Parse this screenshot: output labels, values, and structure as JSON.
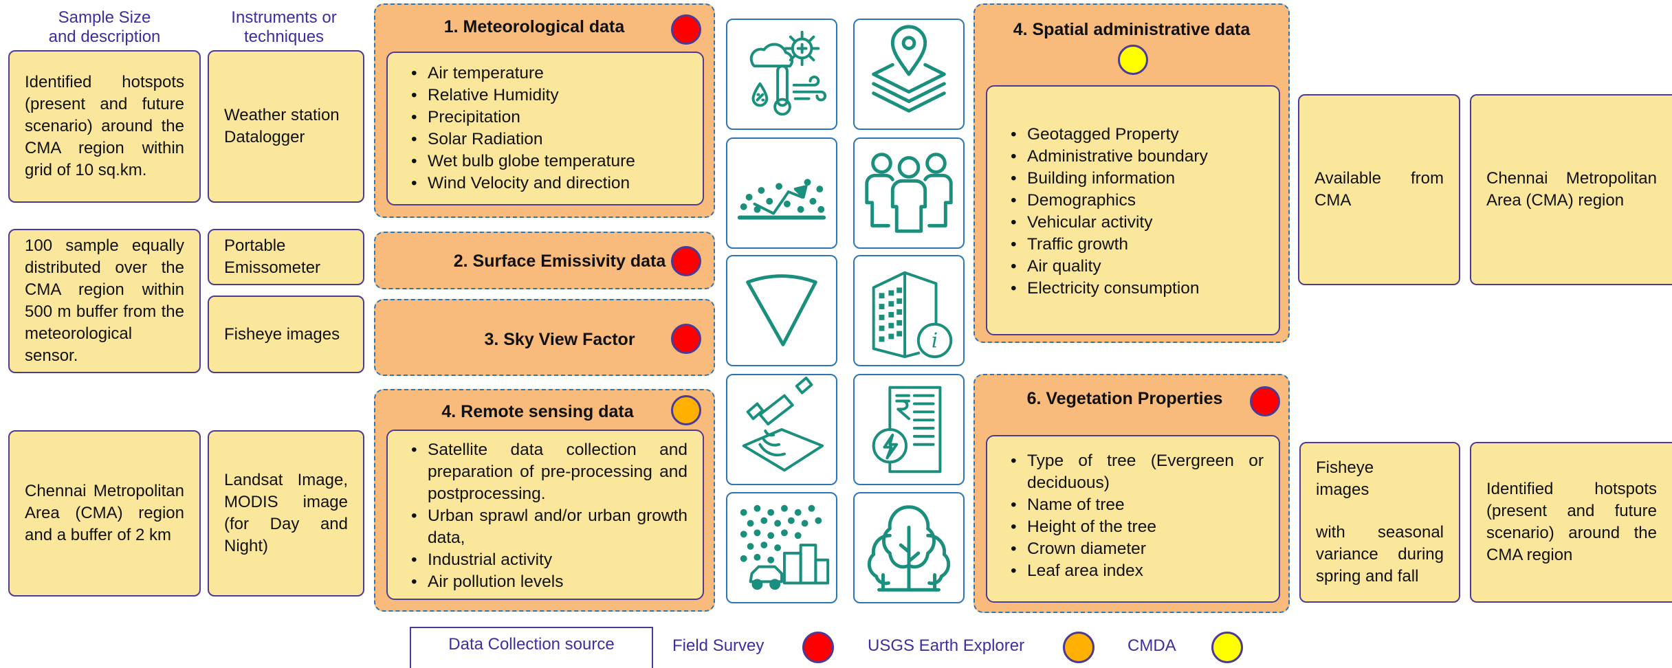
{
  "colors": {
    "field_survey": "#ff0000",
    "usgs": "#ffb000",
    "cmda": "#ffff00",
    "icon": "#1b8f7e"
  },
  "headers": {
    "col1": "Sample Size\nand description",
    "col2": "Instruments or\ntechniques"
  },
  "left": {
    "r1_desc": "Identified hotspots (present and future scenario) around the CMA region within grid of 10 sq.km.",
    "r1_instr": "Weather station Datalogger",
    "r2_desc": "100 sample equally distributed over the CMA region within 500 m buffer from the meteorological sensor.",
    "r2_instr_a": "Portable Emissometer",
    "r2_instr_b": "Fisheye images",
    "r3_desc": "Chennai Metropolitan Area (CMA) region and a buffer of 2 km",
    "r3_instr": "Landsat Image, MODIS image (for Day and Night)"
  },
  "boxes": {
    "met": {
      "title": "1. Meteorological data",
      "items": [
        "Air temperature",
        "Relative Humidity",
        "Precipitation",
        "Solar Radiation",
        "Wet bulb globe temperature",
        "Wind Velocity and direction"
      ]
    },
    "emis": {
      "title": "2. Surface Emissivity data"
    },
    "svf": {
      "title": "3. Sky View Factor"
    },
    "rs": {
      "title": "4. Remote sensing data",
      "items": [
        "Satellite data collection and preparation of pre-processing and postprocessing.",
        "Urban sprawl and/or urban growth data,",
        "Industrial activity",
        "Air pollution levels"
      ]
    },
    "spatial": {
      "title": "4. Spatial administrative data",
      "items": [
        "Geotagged Property",
        "Administrative boundary",
        "Building information",
        "Demographics",
        "Vehicular activity",
        "Traffic growth",
        "Air quality",
        "Electricity consumption"
      ]
    },
    "veg": {
      "title": "6. Vegetation Properties",
      "items": [
        "Type of tree (Evergreen or deciduous)",
        "Name of tree",
        "Height of the tree",
        "Crown diameter",
        "Leaf area index"
      ]
    }
  },
  "right": {
    "r1_instr": "Available from CMA",
    "r1_desc": "Chennai Metropolitan Area (CMA) region",
    "r2_instr_a": "Fisheye images",
    "r2_instr_b": "with seasonal variance during spring and fall",
    "r2_desc": "Identified hotspots (present and future scenario) around the CMA region"
  },
  "icons": [
    "weather-icon",
    "layers-location-icon",
    "emissivity-icon",
    "people-icon",
    "sky-view-icon",
    "building-info-icon",
    "satellite-icon",
    "bill-electricity-icon",
    "urban-pollution-icon",
    "trees-icon"
  ],
  "legend": {
    "title": "Data Collection source",
    "field": "Field Survey",
    "usgs": "USGS Earth Explorer",
    "cmda": "CMDA"
  }
}
